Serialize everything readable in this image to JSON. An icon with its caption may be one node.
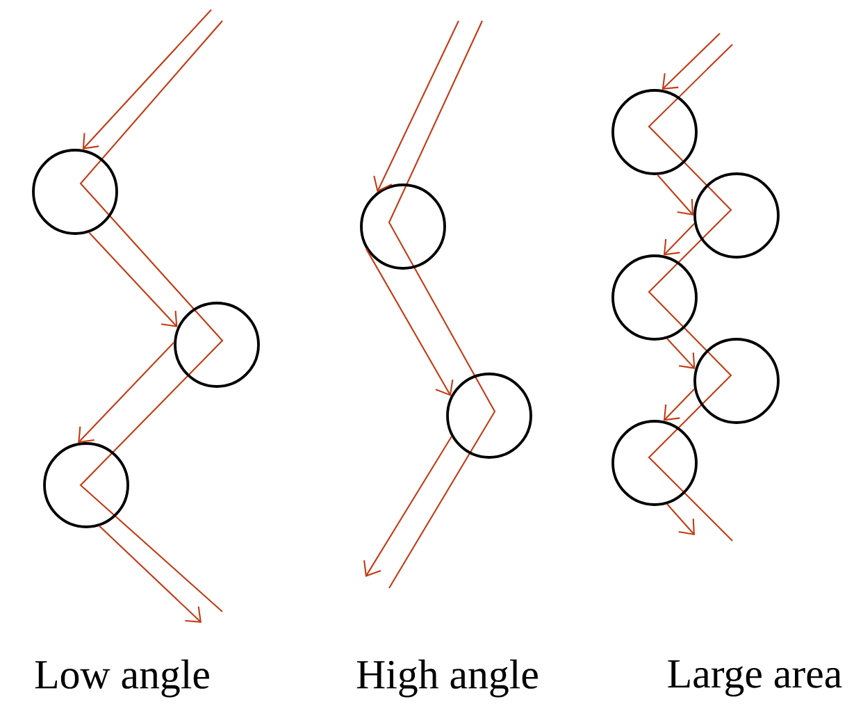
{
  "diagram": {
    "nodes": [
      {
        "text": [],
        "shape": "circle"
      },
      {
        "text": [],
        "shape": "circle"
      },
      {
        "text": [],
        "shape": "circle"
      },
      {
        "text": [],
        "shape": "circle"
      },
      {
        "text": [],
        "shape": "circle"
      },
      {
        "text": [],
        "shape": "circle"
      },
      {
        "text": [],
        "shape": "circle"
      },
      {
        "text": [],
        "shape": "circle"
      },
      {
        "text": [],
        "shape": "circle"
      },
      {
        "text": [],
        "shape": "circle"
      }
    ],
    "edges": [
      {
        "from": null,
        "to": 0,
        "arrow": "to"
      },
      {
        "from": 0,
        "to": 1,
        "arrow": "to"
      },
      {
        "from": 1,
        "to": 2,
        "arrow": "to"
      },
      {
        "from": 2,
        "to": null,
        "arrow": "to"
      },
      {
        "from": null,
        "to": 3,
        "arrow": "to"
      },
      {
        "from": 3,
        "to": 4,
        "arrow": "to"
      },
      {
        "from": 4,
        "to": null,
        "arrow": "to"
      },
      {
        "from": null,
        "to": 5,
        "arrow": "to"
      },
      {
        "from": 5,
        "to": 6,
        "arrow": "to"
      },
      {
        "from": 6,
        "to": 7,
        "arrow": "to"
      },
      {
        "from": 7,
        "to": 8,
        "arrow": "to"
      },
      {
        "from": 8,
        "to": 9,
        "arrow": "to"
      },
      {
        "from": 9,
        "to": null,
        "arrow": "to"
      }
    ],
    "labels": [
      "Low angle",
      "High angle",
      "Large area"
    ]
  }
}
